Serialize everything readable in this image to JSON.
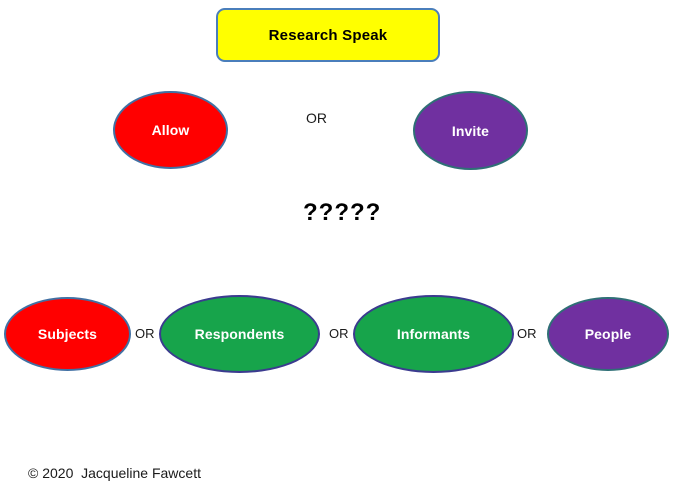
{
  "slide": {
    "title": "Research Speak",
    "background_color": "#FFFFFF",
    "title_fill_color": "#FFFF00",
    "title_border_color": "#4A7EBB"
  },
  "row_top": {
    "nodes": [
      {
        "label": "Allow",
        "color_name": "red",
        "fill_color": "#FF0000"
      },
      {
        "label": "Invite",
        "color_name": "purple",
        "fill_color": "#7030A0"
      }
    ],
    "connector": "OR"
  },
  "middle": {
    "marker": "?????"
  },
  "row_bottom": {
    "nodes": [
      {
        "label": "Subjects",
        "color_name": "red",
        "fill_color": "#FF0000"
      },
      {
        "label": "Respondents",
        "color_name": "green",
        "fill_color": "#17A44B"
      },
      {
        "label": "Informants",
        "color_name": "green",
        "fill_color": "#17A44B"
      },
      {
        "label": "People",
        "color_name": "purple",
        "fill_color": "#7030A0"
      }
    ],
    "connectors": [
      "OR",
      "OR",
      "OR"
    ]
  },
  "footer": {
    "copyright": "© 2020  Jacqueline Fawcett"
  }
}
